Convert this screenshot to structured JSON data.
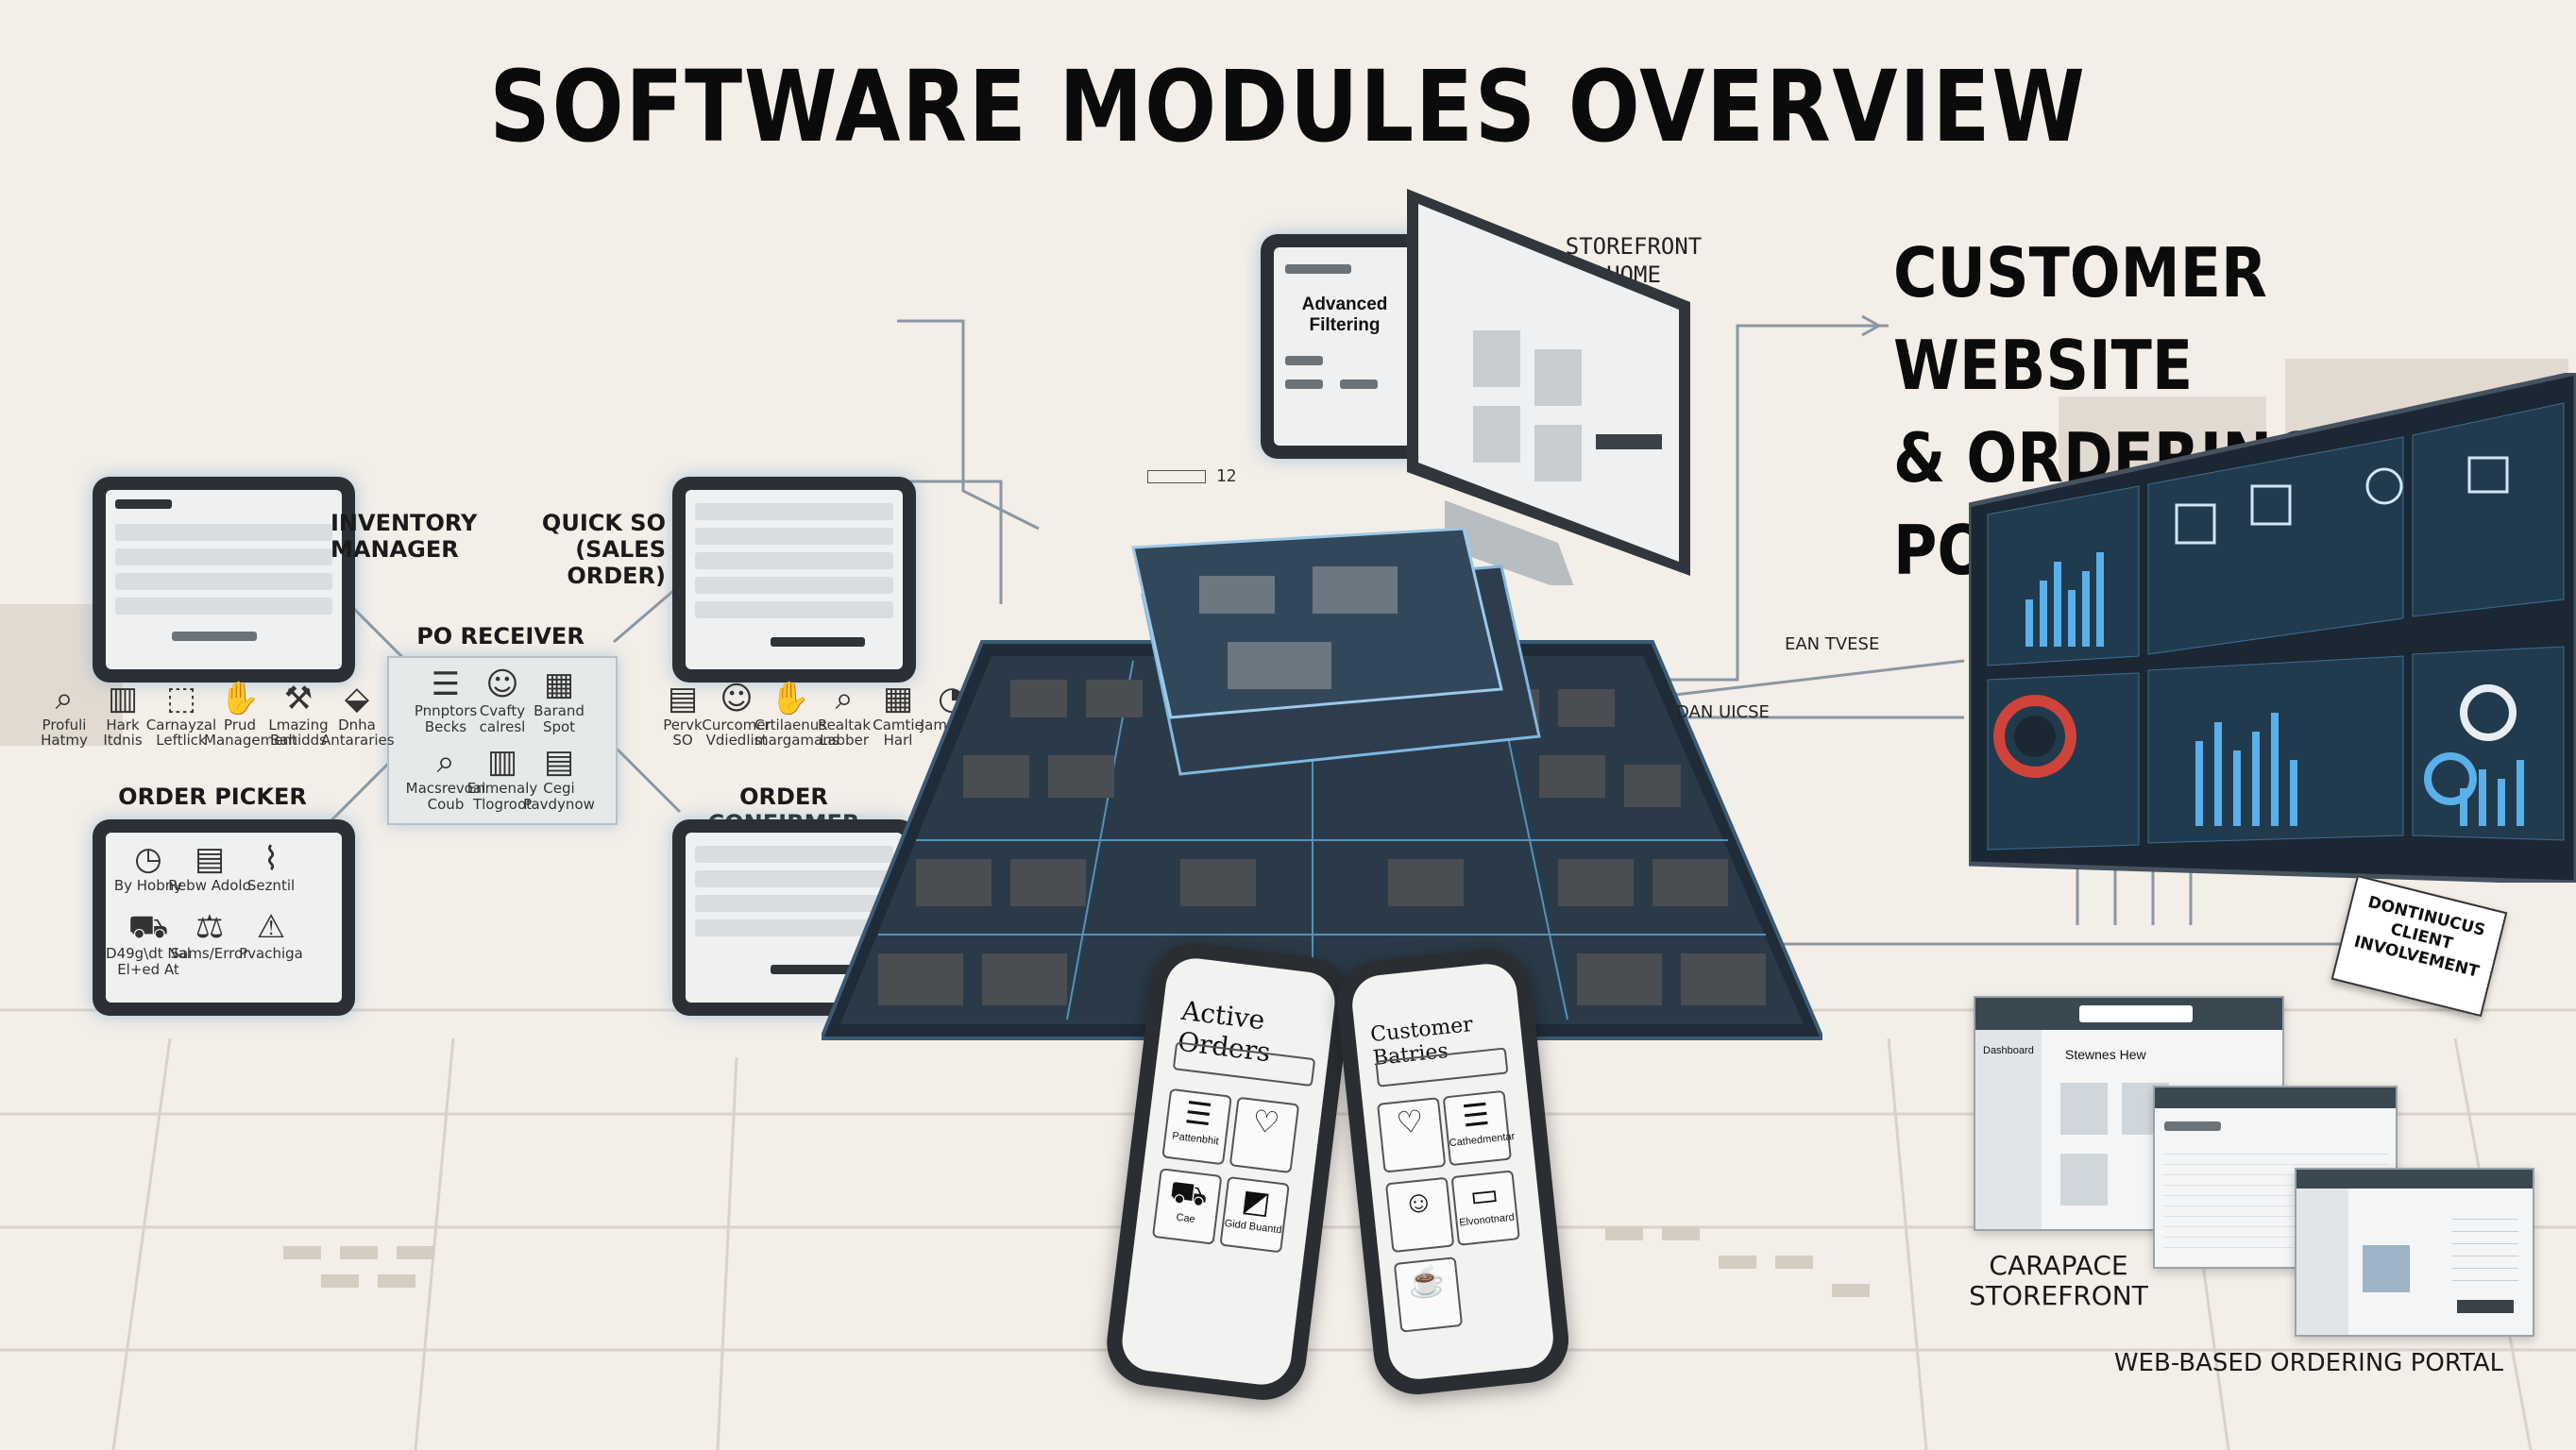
{
  "title": "SOFTWARE MODULES OVERVIEW",
  "customer_website": {
    "line1": "CUSTOMER WEBSITE",
    "line2": "& ORDERING PORTAL"
  },
  "labels": {
    "storefront_home": "STOREFRONT\nHOME",
    "inventory_manager": "INVENTORY\nMANAGER",
    "quick_so": "QUICK SO\n(SALES ORDER)",
    "po_receiver": "PO RECEIVER",
    "order_picker": "ORDER PICKER",
    "order_confirmer": "ORDER CONFIRMER",
    "carapace_storefront": "CARAPACE\nSTOREFRONT",
    "web_ordering_portal": "WEB-BASED ORDERING PORTAL",
    "continuous_client": "DONTINUCUS CLIENT\nINVOLVEMENT",
    "ean_tvese": "EAN TVESE",
    "dan_uicse": "DAN UICSE",
    "advanced_filtering": "Advanced\nFiltering",
    "tag_12": "12",
    "phone_left_title": "Active Orders",
    "phone_right_title": "Customer Batries",
    "storefront_new": "Stewnes Hew",
    "dashboard": "Dashboard"
  },
  "left_icon_row": [
    {
      "label": "Profuli\nHatmy",
      "icon": "search-icon",
      "glyph": "⌕"
    },
    {
      "label": "Hark\nItdnis",
      "icon": "bar-chart-icon",
      "glyph": "▥"
    },
    {
      "label": "Carnayzal\nLeftlick",
      "icon": "box-icon",
      "glyph": "⬚"
    },
    {
      "label": "Prud\nManagement",
      "icon": "hand-icon",
      "glyph": "✋"
    },
    {
      "label": "Lmazing\nBahidds",
      "icon": "tools-icon",
      "glyph": "⚒"
    },
    {
      "label": "Dnha\nAntararies",
      "icon": "tag-icon",
      "glyph": "⬙"
    }
  ],
  "po_receiver_grid": [
    {
      "label": "Pnnptors\nBecks",
      "icon": "list-icon",
      "glyph": "☰"
    },
    {
      "label": "Cvafty\ncalresl",
      "icon": "person-icon",
      "glyph": "☺"
    },
    {
      "label": "Barand\nSpot",
      "icon": "barcode-icon",
      "glyph": "▦"
    },
    {
      "label": "Macsrevoal\nCoub",
      "icon": "search-icon",
      "glyph": "⌕"
    },
    {
      "label": "Enmenaly\nTlogroot",
      "icon": "bar-chart-icon",
      "glyph": "▥"
    },
    {
      "label": "Cegi\nPavdynow",
      "icon": "document-icon",
      "glyph": "▤"
    }
  ],
  "right_icon_row": [
    {
      "label": "Pervk\nSO",
      "icon": "clipboard-icon",
      "glyph": "▤"
    },
    {
      "label": "Curcomer\nVdiedlist",
      "icon": "person-icon",
      "glyph": "☺"
    },
    {
      "label": "Crtilaenus\nmargamans",
      "icon": "hand-icon",
      "glyph": "✋"
    },
    {
      "label": "Realtak\nLabber",
      "icon": "search-icon",
      "glyph": "⌕"
    },
    {
      "label": "Camtie\nHarl",
      "icon": "barcode-icon",
      "glyph": "▦"
    },
    {
      "label": "Jamontts",
      "icon": "pie-chart-icon",
      "glyph": "◔"
    }
  ],
  "order_picker_grid": [
    {
      "label": "By Hobny",
      "icon": "clock-icon",
      "glyph": "◷"
    },
    {
      "label": "Rebw Adolo",
      "icon": "document-icon",
      "glyph": "▤"
    },
    {
      "label": "Sezntil",
      "icon": "chart-line-icon",
      "glyph": "⌇"
    },
    {
      "label": "D49g\\dt Nal\nEl+ed At",
      "icon": "cart-icon",
      "glyph": "⛟"
    },
    {
      "label": "Sams/Error",
      "icon": "scale-icon",
      "glyph": "⚖"
    },
    {
      "label": "Pvachiga",
      "icon": "warning-icon",
      "glyph": "⚠"
    }
  ],
  "phone_left_tiles": [
    {
      "label": "Pattenbhit",
      "icon": "list-icon",
      "glyph": "☰"
    },
    {
      "label": "",
      "icon": "heart-icon",
      "glyph": "♡"
    },
    {
      "label": "Cae",
      "icon": "cart-icon",
      "glyph": "⛟"
    },
    {
      "label": "Gidd Buantd",
      "icon": "chart-icon",
      "glyph": "◩"
    }
  ],
  "phone_right_tiles": [
    {
      "label": "",
      "icon": "heart-icon",
      "glyph": "♡"
    },
    {
      "label": "Cathedmentar",
      "icon": "list-icon",
      "glyph": "☰"
    },
    {
      "label": "",
      "icon": "person-icon",
      "glyph": "☺"
    },
    {
      "label": "Elvonotnard",
      "icon": "monitor-icon",
      "glyph": "▭"
    },
    {
      "label": "",
      "icon": "cup-icon",
      "glyph": "☕"
    }
  ],
  "colors": {
    "background": "#f3eee8",
    "device_frame": "#2b3036",
    "dashboard_bg": "#1c2a36",
    "accent_blue": "#4aa3e0",
    "accent_red": "#d0433a"
  }
}
